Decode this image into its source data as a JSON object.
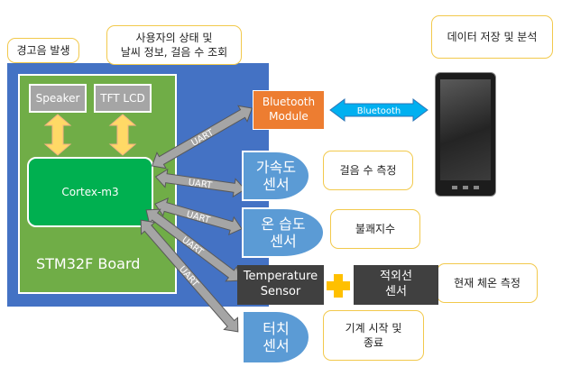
{
  "callouts": {
    "alarm": "경고음 발생",
    "status_line1": "사용자의 상태 및",
    "status_line2": "날씨 정보, 걸음 수 조회",
    "data": "데이터 저장 및 분석",
    "steps": "걸음 수 측정",
    "discomfort": "불쾌지수",
    "bodytemp": "현재 체온 측정",
    "touch_line1": "기계 시작 및",
    "touch_line2": "종료"
  },
  "board": {
    "label": "STM32F Board",
    "speaker": "Speaker",
    "tftlcd": "TFT LCD",
    "cortex": "Cortex-m3"
  },
  "modules": {
    "bluetooth_line1": "Bluetooth",
    "bluetooth_line2": "Module",
    "bluetooth_link": "Bluetooth",
    "accel_line1": "가속도",
    "accel_line2": "센서",
    "humid_line1": "온 습도",
    "humid_line2": "센서",
    "temp_line1": "Temperature",
    "temp_line2": "Sensor",
    "ir_line1": "적외선",
    "ir_line2": "센서",
    "touch_line1": "터치",
    "touch_line2": "센서"
  },
  "links": {
    "uart": "UART"
  },
  "icons": {
    "plus": "plus-icon",
    "phone": "smartphone-icon"
  },
  "colors": {
    "board_blue": "#4472c4",
    "board_green": "#70ad47",
    "cortex_green": "#00b050",
    "sensor_blue": "#5b9bd5",
    "bt_orange": "#ed7d31",
    "link_cyan": "#00b0f0",
    "plus_gold": "#ffc000",
    "arrow_gray": "#a5a5a5",
    "callout_border": "#f2c94c"
  }
}
